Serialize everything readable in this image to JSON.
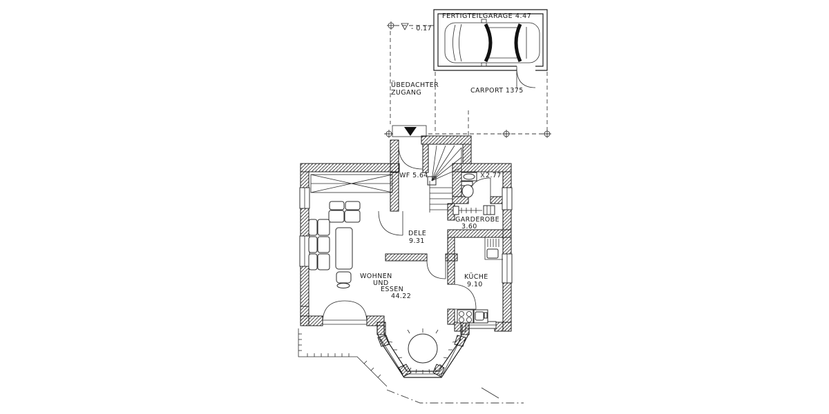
{
  "meta": {
    "background_color": "#ffffff",
    "line_color": "#1c1c1c",
    "text_color": "#1a1a1a",
    "drawing_type": "floor-plan"
  },
  "garage": {
    "label": "FERTIGTEILGARAGE 4.47"
  },
  "carport": {
    "label": "CARPORT 1375"
  },
  "site": {
    "level_marker": "- 0.17",
    "covered_entrance_line1": "ÜBEDACHTER",
    "covered_entrance_line2": "ZUGANG"
  },
  "rooms": {
    "vestibule": {
      "label": "WF 5.64"
    },
    "wc": {
      "area": "2.77"
    },
    "hall": {
      "name": "DELE",
      "area": "9.31"
    },
    "wardrobe": {
      "name": "GARDEROBE",
      "area": "3.60"
    },
    "living": {
      "line1": "WOHNEN",
      "line2": "UND",
      "line3": "ESSEN",
      "area": "44.22"
    },
    "kitchen": {
      "name": "KÜCHE",
      "area": "9.10"
    }
  }
}
